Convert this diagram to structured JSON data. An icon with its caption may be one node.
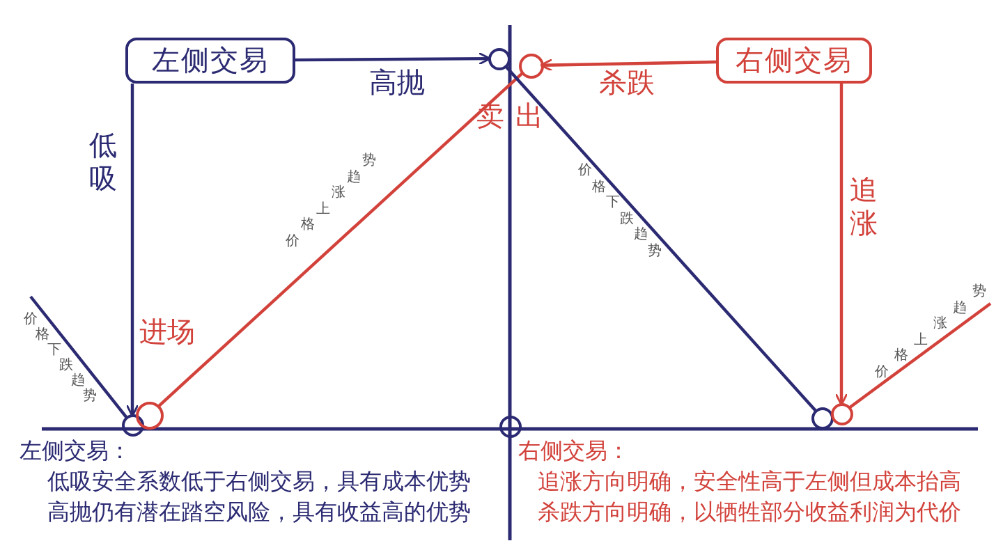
{
  "diagram": {
    "nodes": [
      {
        "text": [
          "左侧交易"
        ]
      },
      {
        "text": [
          "右侧交易"
        ]
      },
      {
        "text": [],
        "shape": "circle"
      },
      {
        "text": [],
        "shape": "circle"
      },
      {
        "text": [],
        "shape": "circle"
      },
      {
        "text": [],
        "shape": "circle"
      },
      {
        "text": [],
        "shape": "circle"
      },
      {
        "text": [],
        "shape": "circle"
      },
      {
        "text": [],
        "shape": "circle"
      }
    ],
    "edges": [
      {
        "from": 0,
        "to": 2,
        "arrow": "to",
        "label": "高抛",
        "color": "#2b2a72"
      },
      {
        "from": 0,
        "to": 4,
        "arrow": "to",
        "label": "低吸",
        "color": "#2b2a72"
      },
      {
        "from": 1,
        "to": 3,
        "arrow": "to",
        "label": "杀跌",
        "color": "#d2423b"
      },
      {
        "from": 1,
        "to": 8,
        "arrow": "to",
        "label": "追涨",
        "color": "#d2423b"
      },
      {
        "from": null,
        "to": 4,
        "arrow": "none",
        "label": "价格下跌趋势",
        "color": "#2b2a72"
      },
      {
        "from": 5,
        "to": 3,
        "arrow": "none",
        "label": "价格上涨趋势",
        "color": "#d2423b"
      },
      {
        "from": 2,
        "to": 7,
        "arrow": "none",
        "label": "价格下跌趋势",
        "color": "#2b2a72"
      },
      {
        "from": 8,
        "to": null,
        "arrow": "none",
        "label": "价格上涨趋势",
        "color": "#d2423b"
      }
    ],
    "labels": [
      "进场",
      "卖出",
      "左侧交易：",
      "低吸安全系数低于右侧交易，具有成本优势",
      "高抛仍有潜在踏空风险，具有收益高的优势",
      "右侧交易：",
      "追涨方向明确，安全性高于左侧但成本抬高",
      "杀跌方向明确，以牺牲部分收益利润为代价"
    ]
  }
}
